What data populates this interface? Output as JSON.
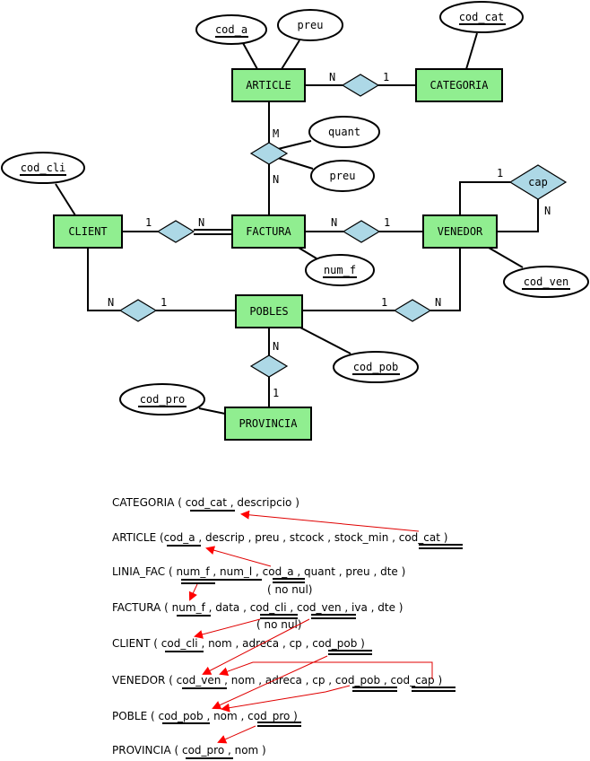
{
  "er_diagram": {
    "entities": [
      {
        "id": "article",
        "label": "ARTICLE"
      },
      {
        "id": "categoria",
        "label": "CATEGORIA"
      },
      {
        "id": "client",
        "label": "CLIENT"
      },
      {
        "id": "factura",
        "label": "FACTURA"
      },
      {
        "id": "venedor",
        "label": "VENEDOR"
      },
      {
        "id": "pobles",
        "label": "POBLES"
      },
      {
        "id": "provincia",
        "label": "PROVINCIA"
      }
    ],
    "attributes": [
      {
        "id": "cod_a",
        "label": "cod_a",
        "key": true
      },
      {
        "id": "preu_article",
        "label": "preu",
        "key": false
      },
      {
        "id": "cod_cat",
        "label": "cod_cat",
        "key": true
      },
      {
        "id": "quant",
        "label": "quant",
        "key": false
      },
      {
        "id": "preu_linia",
        "label": "preu",
        "key": false
      },
      {
        "id": "cod_cli",
        "label": "cod_cli",
        "key": true
      },
      {
        "id": "num_f",
        "label": "num_f",
        "key": true
      },
      {
        "id": "cod_ven",
        "label": "cod_ven",
        "key": true
      },
      {
        "id": "cod_pob",
        "label": "cod_pob",
        "key": true
      },
      {
        "id": "cod_pro",
        "label": "cod_pro",
        "key": true
      }
    ],
    "relationships": [
      {
        "id": "article-categoria",
        "label": "",
        "cardinality": [
          "N",
          "1"
        ]
      },
      {
        "id": "article-factura",
        "label": "",
        "cardinality": [
          "M",
          "N"
        ]
      },
      {
        "id": "client-factura",
        "label": "",
        "cardinality": [
          "1",
          "N"
        ]
      },
      {
        "id": "factura-venedor",
        "label": "",
        "cardinality": [
          "N",
          "1"
        ]
      },
      {
        "id": "venedor-cap",
        "label": "cap",
        "cardinality": [
          "1",
          "N"
        ]
      },
      {
        "id": "client-pobles",
        "label": "",
        "cardinality": [
          "N",
          "1"
        ]
      },
      {
        "id": "pobles-venedor",
        "label": "",
        "cardinality": [
          "1",
          "N"
        ]
      },
      {
        "id": "pobles-provincia",
        "label": "",
        "cardinality": [
          "N",
          "1"
        ]
      }
    ]
  },
  "schema": {
    "tables": [
      {
        "name": "CATEGORIA",
        "text": "CATEGORIA ( cod_cat , descripcio )"
      },
      {
        "name": "ARTICLE",
        "text": "ARTICLE (cod_a , descrip , preu , stcock , stock_min , cod_cat )"
      },
      {
        "name": "LINIA_FAC",
        "text": "LINIA_FAC ( num_f , num_l , cod_a , quant , preu , dte )",
        "note": "( no nul)"
      },
      {
        "name": "FACTURA",
        "text": "FACTURA ( num_f , data , cod_cli , cod_ven , iva , dte )",
        "note": "( no nul)"
      },
      {
        "name": "CLIENT",
        "text": "CLIENT ( cod_cli , nom , adreca , cp , cod_pob )"
      },
      {
        "name": "VENEDOR",
        "text": "VENEDOR ( cod_ven , nom , adreca , cp , cod_pob , cod_cap )"
      },
      {
        "name": "POBLE",
        "text": "POBLE ( cod_pob , nom , cod_pro )"
      },
      {
        "name": "PROVINCIA",
        "text": "PROVINCIA ( cod_pro , nom )"
      }
    ],
    "foreign_keys": [
      {
        "from": "ARTICLE.cod_cat",
        "to": "CATEGORIA.cod_cat"
      },
      {
        "from": "LINIA_FAC.cod_a",
        "to": "ARTICLE.cod_a"
      },
      {
        "from": "LINIA_FAC.num_f",
        "to": "FACTURA.num_f"
      },
      {
        "from": "FACTURA.cod_cli",
        "to": "CLIENT.cod_cli"
      },
      {
        "from": "FACTURA.cod_ven",
        "to": "VENEDOR.cod_ven"
      },
      {
        "from": "VENEDOR.cod_cap",
        "to": "VENEDOR.cod_ven"
      },
      {
        "from": "CLIENT.cod_pob",
        "to": "POBLE.cod_pob"
      },
      {
        "from": "VENEDOR.cod_pob",
        "to": "POBLE.cod_pob"
      },
      {
        "from": "POBLE.cod_pro",
        "to": "PROVINCIA.cod_pro"
      }
    ]
  }
}
